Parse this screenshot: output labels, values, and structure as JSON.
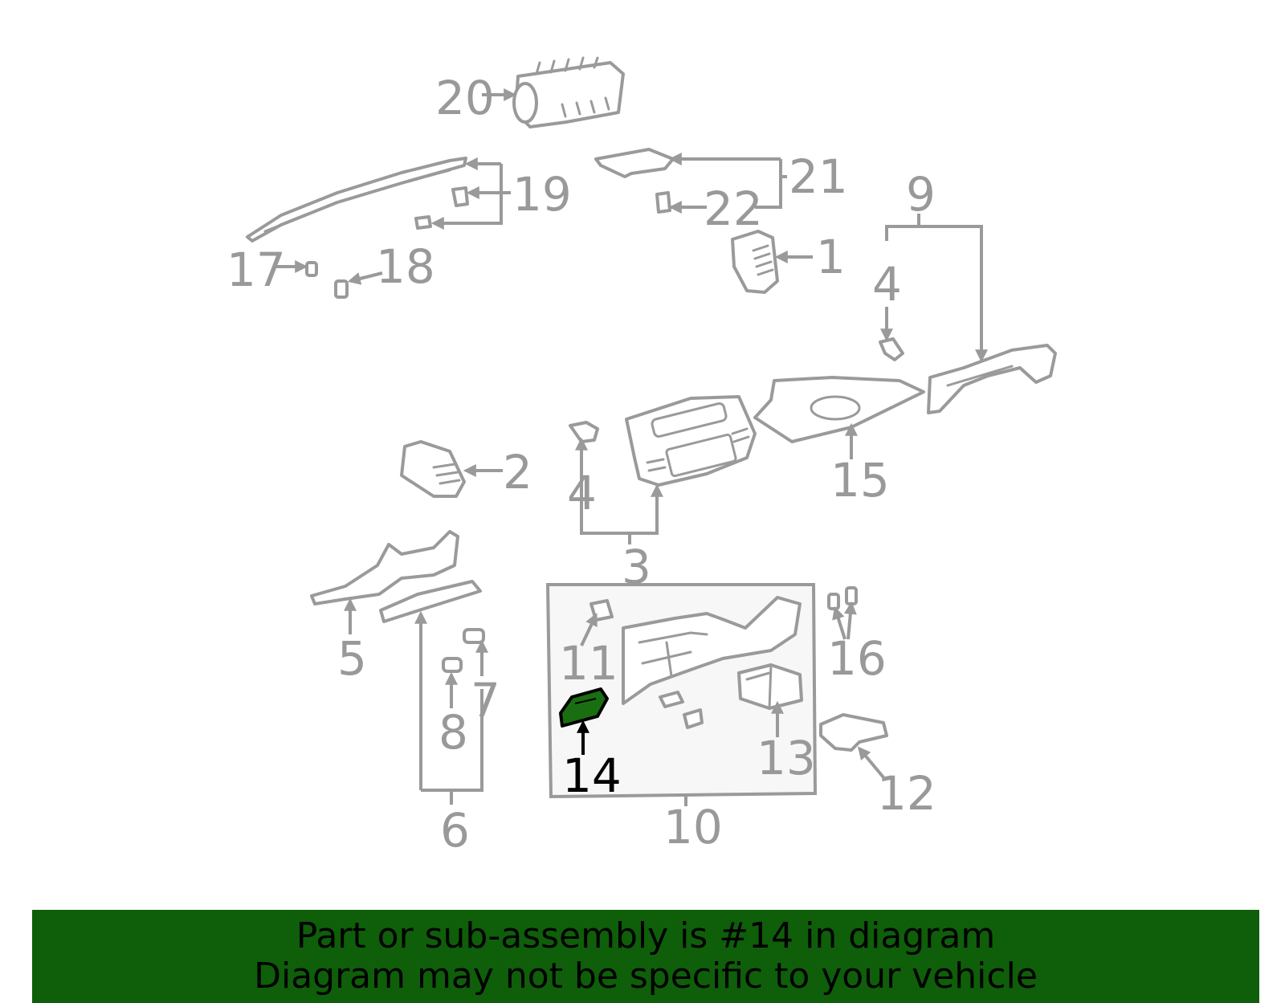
{
  "banner": {
    "line1": "Part or sub-assembly is #14 in diagram",
    "line2": "Diagram may not be specific to your vehicle",
    "background": "#0f5e0a"
  },
  "colors": {
    "part_stroke": "#9a9a9a",
    "callout_text": "#999999",
    "highlight_fill": "#1a6e12",
    "highlight_text": "#000000",
    "subassembly_box_fill": "#f7f7f7"
  },
  "highlighted_part": "14",
  "callouts": {
    "c1": "1",
    "c2": "2",
    "c3": "3",
    "c4a": "4",
    "c4b": "4",
    "c5": "5",
    "c6": "6",
    "c7": "7",
    "c8": "8",
    "c9": "9",
    "c10": "10",
    "c11": "11",
    "c12": "12",
    "c13": "13",
    "c14": "14",
    "c15": "15",
    "c16": "16",
    "c17": "17",
    "c18": "18",
    "c19": "19",
    "c20": "20",
    "c21": "21",
    "c22": "22"
  }
}
